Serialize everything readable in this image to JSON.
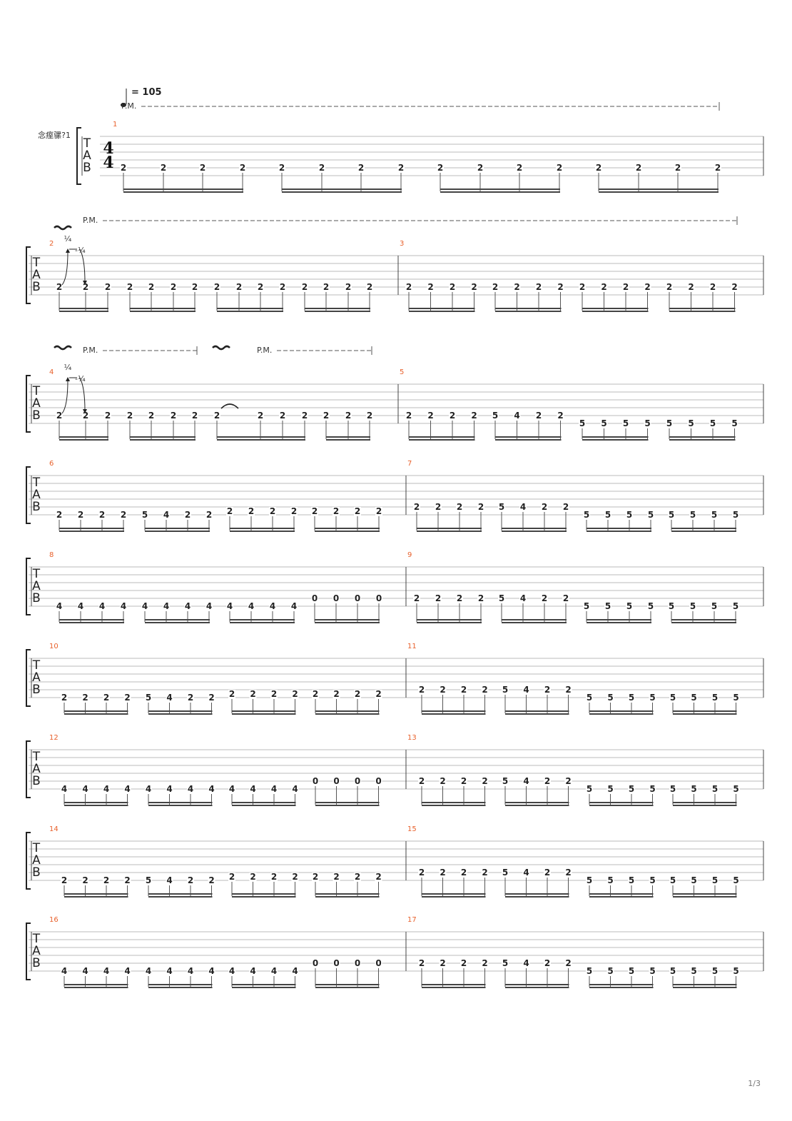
{
  "track_name": "念痓骡?1",
  "tempo": {
    "value": "105",
    "label": "= 105"
  },
  "palm_mute_label": "P.M.",
  "bend": {
    "up": "¼",
    "release": "-¼"
  },
  "tab_letters": [
    "T",
    "A",
    "B"
  ],
  "time_signature": {
    "top": "4",
    "bottom": "4"
  },
  "page_number": "1/3",
  "measures": [
    {
      "number": "1",
      "notes": [
        [
          "B",
          2
        ],
        [
          "B",
          2
        ],
        [
          "B",
          2
        ],
        [
          "B",
          2
        ],
        [
          "B",
          2
        ],
        [
          "B",
          2
        ],
        [
          "B",
          2
        ],
        [
          "B",
          2
        ],
        [
          "B",
          2
        ],
        [
          "B",
          2
        ],
        [
          "B",
          2
        ],
        [
          "B",
          2
        ],
        [
          "B",
          2
        ],
        [
          "B",
          2
        ],
        [
          "B",
          2
        ],
        [
          "B",
          2
        ]
      ]
    },
    {
      "number": "2",
      "notes": [
        [
          "B",
          2
        ],
        [
          "B",
          2
        ],
        [
          "B",
          2
        ],
        [
          "B",
          2
        ],
        [
          "B",
          2
        ],
        [
          "B",
          2
        ],
        [
          "B",
          2
        ],
        [
          "B",
          2
        ],
        [
          "B",
          2
        ],
        [
          "B",
          2
        ],
        [
          "B",
          2
        ],
        [
          "B",
          2
        ],
        [
          "B",
          2
        ],
        [
          "B",
          2
        ],
        [
          "B",
          2
        ]
      ]
    },
    {
      "number": "3",
      "notes": [
        [
          "B",
          2
        ],
        [
          "B",
          2
        ],
        [
          "B",
          2
        ],
        [
          "B",
          2
        ],
        [
          "B",
          2
        ],
        [
          "B",
          2
        ],
        [
          "B",
          2
        ],
        [
          "B",
          2
        ],
        [
          "B",
          2
        ],
        [
          "B",
          2
        ],
        [
          "B",
          2
        ],
        [
          "B",
          2
        ],
        [
          "B",
          2
        ],
        [
          "B",
          2
        ],
        [
          "B",
          2
        ],
        [
          "B",
          2
        ]
      ]
    },
    {
      "number": "4",
      "notes": [
        [
          "B",
          2
        ],
        [
          "B",
          2
        ],
        [
          "B",
          2
        ],
        [
          "B",
          2
        ],
        [
          "B",
          2
        ],
        [
          "B",
          2
        ],
        [
          "B",
          2
        ],
        [
          "B",
          2
        ],
        [
          "B",
          2
        ],
        [
          "B",
          2
        ],
        [
          "B",
          2
        ],
        [
          "B",
          2
        ],
        [
          "B",
          2
        ],
        [
          "B",
          2
        ]
      ]
    },
    {
      "number": "5",
      "notes": [
        [
          "B",
          2
        ],
        [
          "B",
          2
        ],
        [
          "B",
          2
        ],
        [
          "B",
          2
        ],
        [
          "B",
          5
        ],
        [
          "B",
          4
        ],
        [
          "B",
          2
        ],
        [
          "B",
          2
        ],
        [
          "E",
          5
        ],
        [
          "E",
          5
        ],
        [
          "E",
          5
        ],
        [
          "E",
          5
        ],
        [
          "E",
          5
        ],
        [
          "E",
          5
        ],
        [
          "E",
          5
        ],
        [
          "E",
          5
        ]
      ]
    },
    {
      "number": "6",
      "notes": [
        [
          "E",
          2
        ],
        [
          "E",
          2
        ],
        [
          "E",
          2
        ],
        [
          "E",
          2
        ],
        [
          "E",
          5
        ],
        [
          "E",
          4
        ],
        [
          "E",
          2
        ],
        [
          "E",
          2
        ],
        [
          "E2",
          2
        ],
        [
          "E2",
          2
        ],
        [
          "E2",
          2
        ],
        [
          "E2",
          2
        ],
        [
          "E2",
          2
        ],
        [
          "E2",
          2
        ],
        [
          "E2",
          2
        ],
        [
          "E2",
          2
        ]
      ]
    },
    {
      "number": "7",
      "notes": [
        [
          "B",
          2
        ],
        [
          "B",
          2
        ],
        [
          "B",
          2
        ],
        [
          "B",
          2
        ],
        [
          "B",
          5
        ],
        [
          "B",
          4
        ],
        [
          "B",
          2
        ],
        [
          "B",
          2
        ],
        [
          "E",
          5
        ],
        [
          "E",
          5
        ],
        [
          "E",
          5
        ],
        [
          "E",
          5
        ],
        [
          "E",
          5
        ],
        [
          "E",
          5
        ],
        [
          "E",
          5
        ],
        [
          "E",
          5
        ]
      ]
    },
    {
      "number": "8",
      "notes": [
        [
          "E",
          4
        ],
        [
          "E",
          4
        ],
        [
          "E",
          4
        ],
        [
          "E",
          4
        ],
        [
          "E",
          4
        ],
        [
          "E",
          4
        ],
        [
          "E",
          4
        ],
        [
          "E",
          4
        ],
        [
          "E",
          4
        ],
        [
          "E",
          4
        ],
        [
          "E",
          4
        ],
        [
          "E",
          4
        ],
        [
          "B",
          0
        ],
        [
          "B",
          0
        ],
        [
          "B",
          0
        ],
        [
          "B",
          0
        ]
      ]
    },
    {
      "number": "9",
      "notes": [
        [
          "B",
          2
        ],
        [
          "B",
          2
        ],
        [
          "B",
          2
        ],
        [
          "B",
          2
        ],
        [
          "B",
          5
        ],
        [
          "B",
          4
        ],
        [
          "B",
          2
        ],
        [
          "B",
          2
        ],
        [
          "E",
          5
        ],
        [
          "E",
          5
        ],
        [
          "E",
          5
        ],
        [
          "E",
          5
        ],
        [
          "E",
          5
        ],
        [
          "E",
          5
        ],
        [
          "E",
          5
        ],
        [
          "E",
          5
        ]
      ]
    },
    {
      "number": "10",
      "notes": [
        [
          "E",
          2
        ],
        [
          "E",
          2
        ],
        [
          "E",
          2
        ],
        [
          "E",
          2
        ],
        [
          "E",
          5
        ],
        [
          "E",
          4
        ],
        [
          "E",
          2
        ],
        [
          "E",
          2
        ],
        [
          "E2",
          2
        ],
        [
          "E2",
          2
        ],
        [
          "E2",
          2
        ],
        [
          "E2",
          2
        ],
        [
          "E2",
          2
        ],
        [
          "E2",
          2
        ],
        [
          "E2",
          2
        ],
        [
          "E2",
          2
        ]
      ]
    },
    {
      "number": "11",
      "notes": [
        [
          "B",
          2
        ],
        [
          "B",
          2
        ],
        [
          "B",
          2
        ],
        [
          "B",
          2
        ],
        [
          "B",
          5
        ],
        [
          "B",
          4
        ],
        [
          "B",
          2
        ],
        [
          "B",
          2
        ],
        [
          "E",
          5
        ],
        [
          "E",
          5
        ],
        [
          "E",
          5
        ],
        [
          "E",
          5
        ],
        [
          "E",
          5
        ],
        [
          "E",
          5
        ],
        [
          "E",
          5
        ],
        [
          "E",
          5
        ]
      ]
    },
    {
      "number": "12",
      "notes": [
        [
          "E",
          4
        ],
        [
          "E",
          4
        ],
        [
          "E",
          4
        ],
        [
          "E",
          4
        ],
        [
          "E",
          4
        ],
        [
          "E",
          4
        ],
        [
          "E",
          4
        ],
        [
          "E",
          4
        ],
        [
          "E",
          4
        ],
        [
          "E",
          4
        ],
        [
          "E",
          4
        ],
        [
          "E",
          4
        ],
        [
          "B",
          0
        ],
        [
          "B",
          0
        ],
        [
          "B",
          0
        ],
        [
          "B",
          0
        ]
      ]
    },
    {
      "number": "13",
      "notes": [
        [
          "B",
          2
        ],
        [
          "B",
          2
        ],
        [
          "B",
          2
        ],
        [
          "B",
          2
        ],
        [
          "B",
          5
        ],
        [
          "B",
          4
        ],
        [
          "B",
          2
        ],
        [
          "B",
          2
        ],
        [
          "E",
          5
        ],
        [
          "E",
          5
        ],
        [
          "E",
          5
        ],
        [
          "E",
          5
        ],
        [
          "E",
          5
        ],
        [
          "E",
          5
        ],
        [
          "E",
          5
        ],
        [
          "E",
          5
        ]
      ]
    },
    {
      "number": "14",
      "notes": [
        [
          "E",
          2
        ],
        [
          "E",
          2
        ],
        [
          "E",
          2
        ],
        [
          "E",
          2
        ],
        [
          "E",
          5
        ],
        [
          "E",
          4
        ],
        [
          "E",
          2
        ],
        [
          "E",
          2
        ],
        [
          "E2",
          2
        ],
        [
          "E2",
          2
        ],
        [
          "E2",
          2
        ],
        [
          "E2",
          2
        ],
        [
          "E2",
          2
        ],
        [
          "E2",
          2
        ],
        [
          "E2",
          2
        ],
        [
          "E2",
          2
        ]
      ]
    },
    {
      "number": "15",
      "notes": [
        [
          "B",
          2
        ],
        [
          "B",
          2
        ],
        [
          "B",
          2
        ],
        [
          "B",
          2
        ],
        [
          "B",
          5
        ],
        [
          "B",
          4
        ],
        [
          "B",
          2
        ],
        [
          "B",
          2
        ],
        [
          "E",
          5
        ],
        [
          "E",
          5
        ],
        [
          "E",
          5
        ],
        [
          "E",
          5
        ],
        [
          "E",
          5
        ],
        [
          "E",
          5
        ],
        [
          "E",
          5
        ],
        [
          "E",
          5
        ]
      ]
    },
    {
      "number": "16",
      "notes": [
        [
          "E",
          4
        ],
        [
          "E",
          4
        ],
        [
          "E",
          4
        ],
        [
          "E",
          4
        ],
        [
          "E",
          4
        ],
        [
          "E",
          4
        ],
        [
          "E",
          4
        ],
        [
          "E",
          4
        ],
        [
          "E",
          4
        ],
        [
          "E",
          4
        ],
        [
          "E",
          4
        ],
        [
          "E",
          4
        ],
        [
          "B",
          0
        ],
        [
          "B",
          0
        ],
        [
          "B",
          0
        ],
        [
          "B",
          0
        ]
      ]
    },
    {
      "number": "17",
      "notes": [
        [
          "B",
          2
        ],
        [
          "B",
          2
        ],
        [
          "B",
          2
        ],
        [
          "B",
          2
        ],
        [
          "B",
          5
        ],
        [
          "B",
          4
        ],
        [
          "B",
          2
        ],
        [
          "B",
          2
        ],
        [
          "E",
          5
        ],
        [
          "E",
          5
        ],
        [
          "E",
          5
        ],
        [
          "E",
          5
        ],
        [
          "E",
          5
        ],
        [
          "E",
          5
        ],
        [
          "E",
          5
        ],
        [
          "E",
          5
        ]
      ]
    }
  ]
}
